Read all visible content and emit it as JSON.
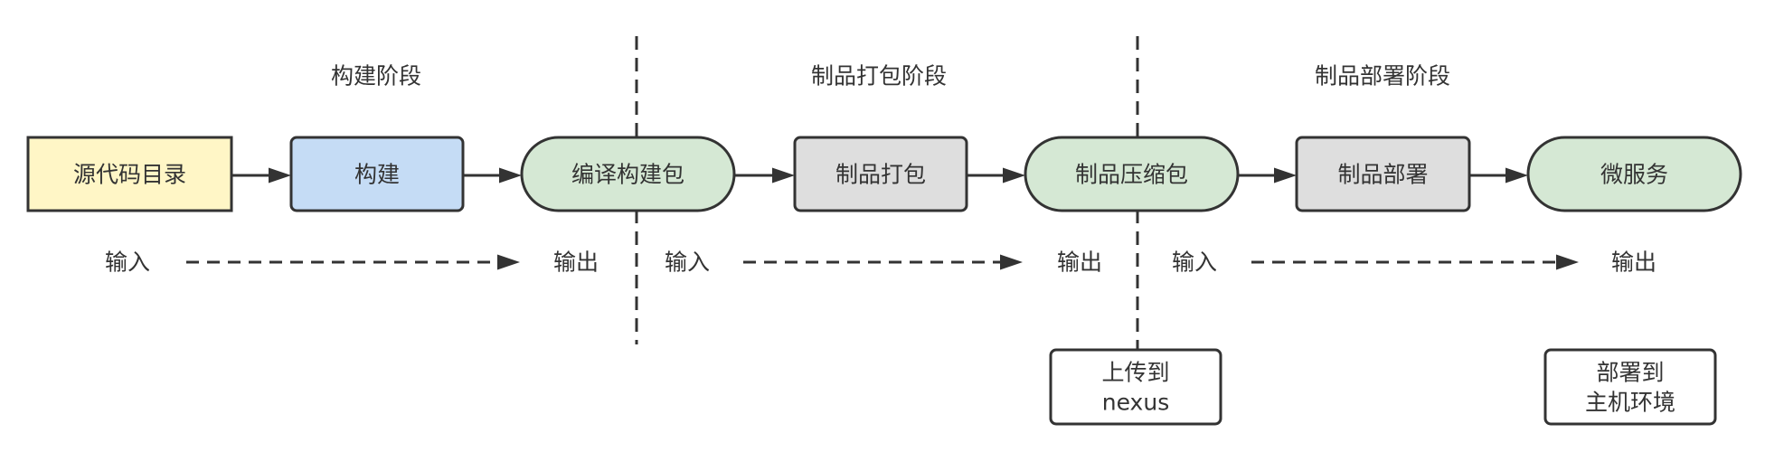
{
  "stages": [
    "构建阶段",
    "制品打包阶段",
    "制品部署阶段"
  ],
  "nodes": [
    {
      "label": "源代码目录",
      "fill": "#fff6c6"
    },
    {
      "label": "构建",
      "fill": "#c5dcf5"
    },
    {
      "label": "编译构建包",
      "fill": "#d5e8d4"
    },
    {
      "label": "制品打包",
      "fill": "#dedede"
    },
    {
      "label": "制品压缩包",
      "fill": "#d5e8d4"
    },
    {
      "label": "制品部署",
      "fill": "#dedede"
    },
    {
      "label": "微服务",
      "fill": "#d5e8d4"
    }
  ],
  "io": [
    {
      "input": "输入",
      "output": "输出"
    },
    {
      "input": "输入",
      "output": "输出"
    },
    {
      "input": "输入",
      "output": "输出"
    }
  ],
  "notes": [
    {
      "lines": [
        "上传到",
        "nexus"
      ]
    },
    {
      "lines": [
        "部署到",
        "主机环境"
      ]
    }
  ],
  "colors": {
    "stroke": "#333333",
    "text": "#333333",
    "note_fill": "#ffffff"
  }
}
